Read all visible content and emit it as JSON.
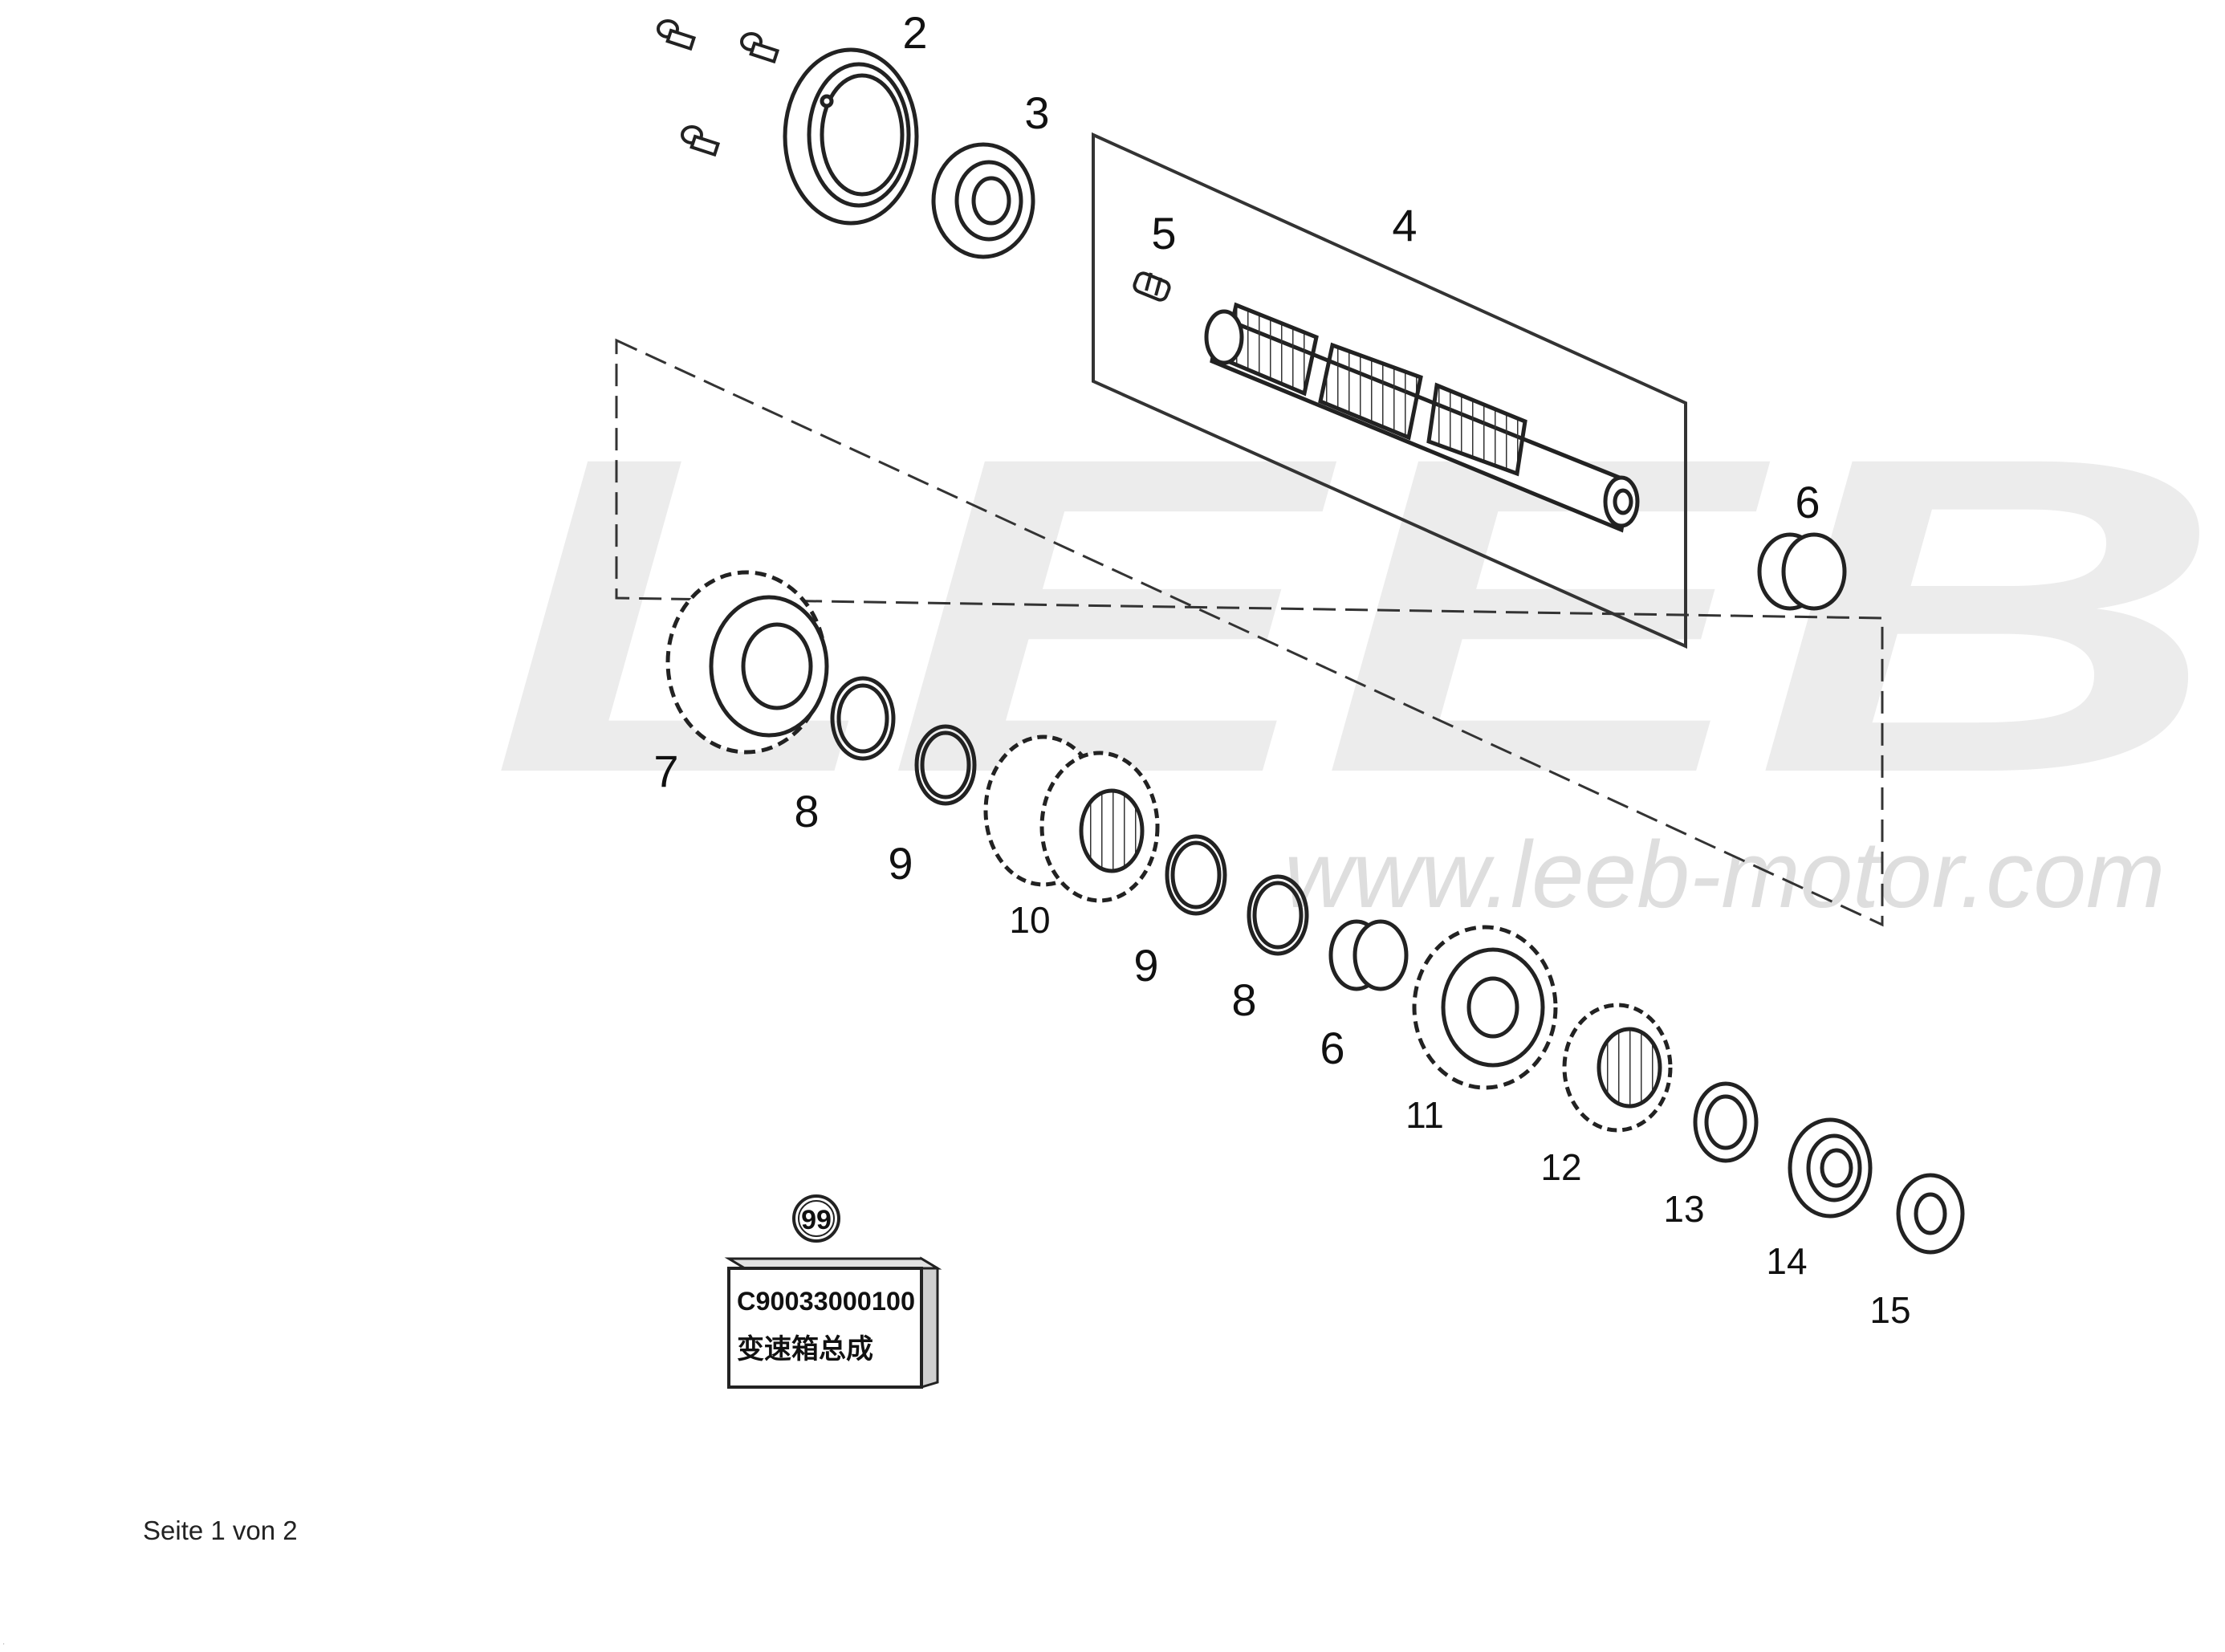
{
  "watermark": {
    "brand": "LEEB",
    "url": "www.leeb-motor.com"
  },
  "callouts": [
    "2",
    "3",
    "4",
    "5",
    "6",
    "6",
    "7",
    "8",
    "9",
    "10",
    "9",
    "8",
    "6",
    "11",
    "12",
    "13",
    "14",
    "15"
  ],
  "assembly": {
    "badge": "99",
    "part_number": "C90033000100",
    "description": "变速箱总成"
  },
  "footer": {
    "page": "Seite 1 von 2"
  },
  "edge_mark": "'"
}
